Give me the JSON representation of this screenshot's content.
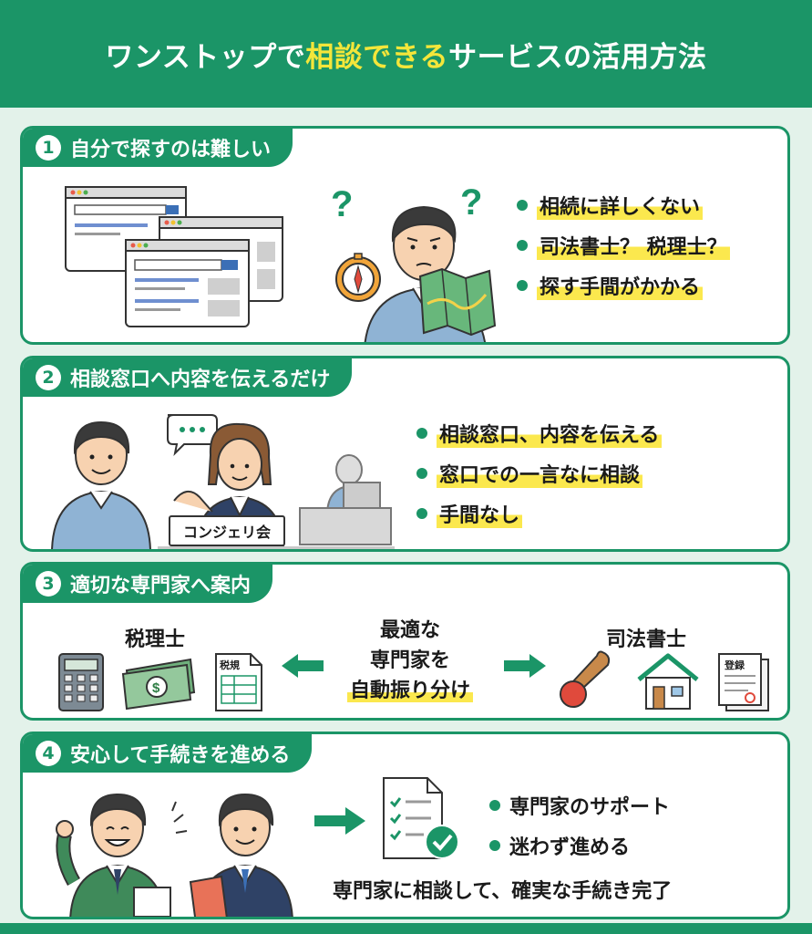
{
  "header": {
    "title_part1": "ワンストップで",
    "title_highlight": "相談できる",
    "title_part2": "サービスの活用方法"
  },
  "colors": {
    "primary": "#1b9567",
    "background": "#e3f2ea",
    "highlight": "#fbe84e",
    "title_highlight": "#f4e63a"
  },
  "section1": {
    "number": "1",
    "title": "自分で探すのは難しい",
    "bullets": [
      "相続に詳しくない",
      "司法書士？ 税理士？",
      "探す手間がかかる"
    ],
    "icons": [
      "browser-windows-icon",
      "confused-man-icon",
      "compass-icon",
      "map-icon",
      "question-mark-icon"
    ]
  },
  "section2": {
    "number": "2",
    "title": "相談窓口へ内容を伝えるだけ",
    "desk_sign": "コンジェリ会",
    "bullets": [
      "相談窓口、内容を伝える",
      "窓口での一言なに相談",
      "手間なし"
    ],
    "icons": [
      "client-man-icon",
      "speech-bubble-icon",
      "concierge-woman-icon",
      "receptionist-icon"
    ]
  },
  "section3": {
    "number": "3",
    "title": "適切な専門家へ案内",
    "left_label": "税理士",
    "right_label": "司法書士",
    "center_lines": [
      "最適な",
      "専門家を",
      "自動振り分け"
    ],
    "tax_doc_label": "税規",
    "registry_doc_label": "登録",
    "icons": [
      "calculator-icon",
      "banknote-icon",
      "tax-document-icon",
      "arrow-left-icon",
      "arrow-right-icon",
      "seal-stamp-icon",
      "house-icon",
      "registry-document-icon"
    ]
  },
  "section4": {
    "number": "4",
    "title": "安心して手続きを進める",
    "bullets": [
      "専門家のサポート",
      "迷わず進める"
    ],
    "footer_text": "専門家に相談して、確実な手続き完了",
    "icons": [
      "happy-client-icon",
      "expert-man-icon",
      "arrow-right-icon",
      "checklist-icon"
    ]
  }
}
